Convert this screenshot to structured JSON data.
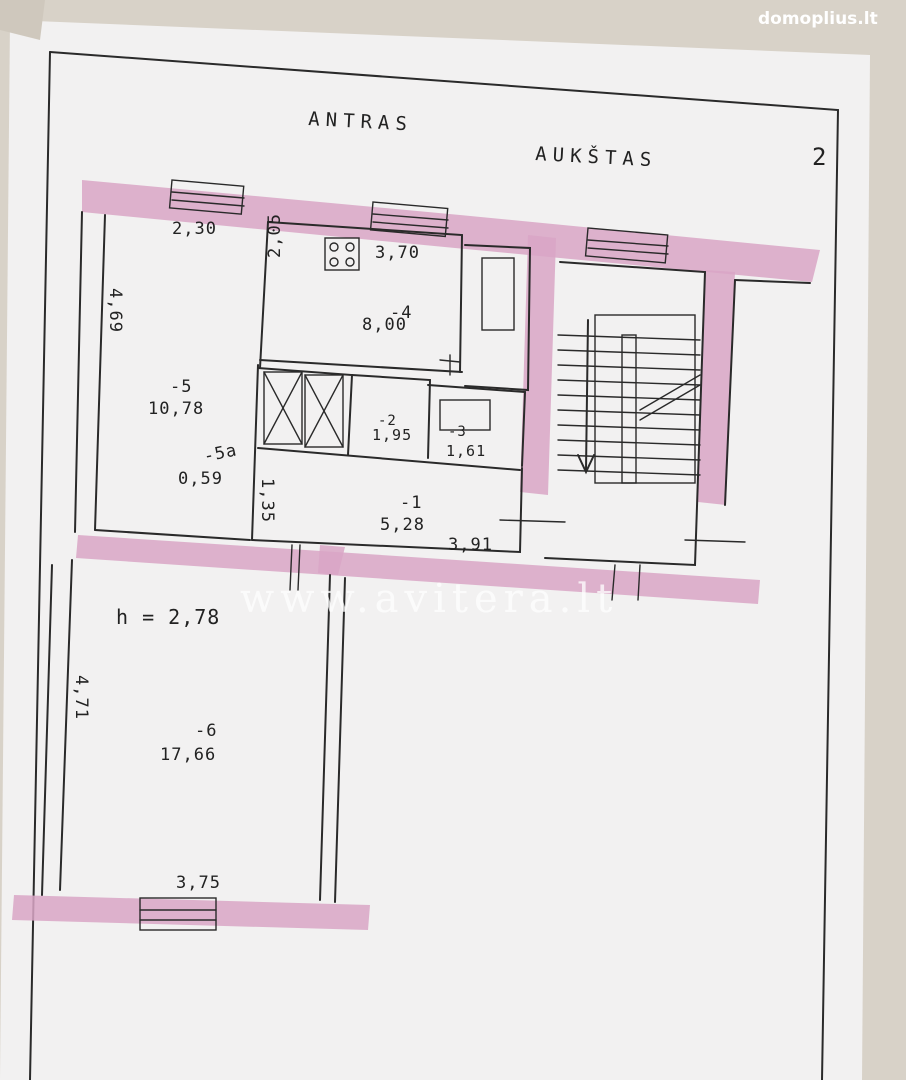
{
  "sheet": {
    "title_word_1": "ANTRAS",
    "title_word_2": "AUKŠTAS",
    "page_number": "2"
  },
  "rooms": [
    {
      "id": "r5",
      "label": "-5",
      "area": "10,78"
    },
    {
      "id": "r4",
      "label": "-4",
      "area": "8,00"
    },
    {
      "id": "r2",
      "label": "-2",
      "area": "1,95"
    },
    {
      "id": "r3",
      "label": "-3",
      "area": "1,61"
    },
    {
      "id": "r5a",
      "label": "-5a",
      "area": "0,59"
    },
    {
      "id": "r1",
      "label": "-1",
      "area": "5,28"
    },
    {
      "id": "r6",
      "label": "-6",
      "area": "17,66"
    }
  ],
  "dimensions": {
    "r5_width": "2,30",
    "r5_height": "4,69",
    "r4_width": "3,70",
    "r4_height": "2,05",
    "r1_height": "1,35",
    "r1_width": "3,91",
    "ceiling_height": "h = 2,78",
    "r6_height": "4,71",
    "r6_width": "3,75"
  },
  "watermarks": {
    "brand": "domoplius.lt",
    "center": "www.avitera.lt"
  },
  "colors": {
    "paper": "#f2f1f1",
    "wall_fill": "#d9a6c6",
    "ink": "#2a2a2a"
  }
}
